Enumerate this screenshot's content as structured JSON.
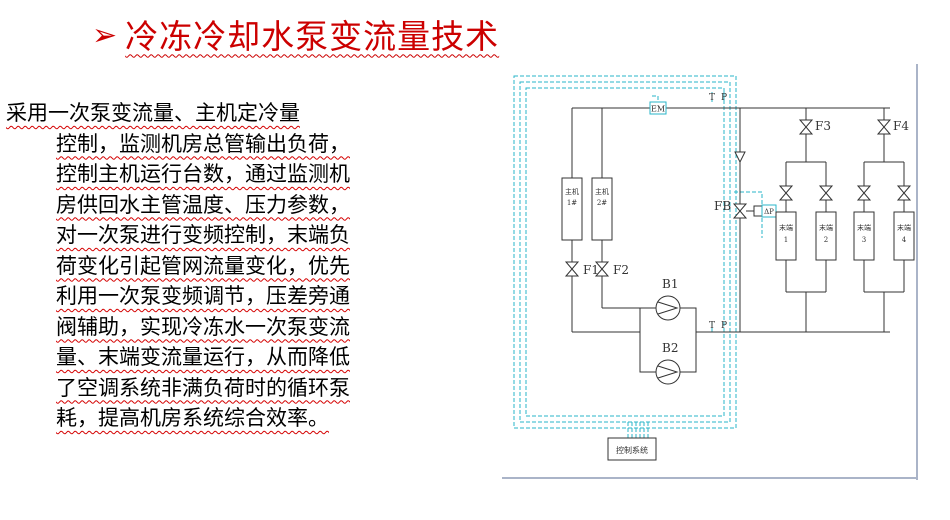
{
  "slide": {
    "title": "冷冻冷却水泵变流量技术",
    "title_bullet": "➢",
    "colors": {
      "title": "#cc0000",
      "underline": "#d40000",
      "pipe": "#333333",
      "control": "#29b6c8"
    }
  },
  "body": {
    "lines": [
      "采用一次泵变流量、主机定冷量",
      "控制，监测机房总管输出负荷，",
      "控制主机运行台数，通过监测机",
      "房供回水主管温度、压力参数，",
      "对一次泵进行变频控制，末端负",
      "荷变化引起管网流量变化，优先",
      "利用一次泵变频调节，压差旁通",
      "阀辅助，实现冷冻水一次泵变流",
      "量、末端变流量运行，从而降低",
      "了空调系统非满负荷时的循环泵",
      "耗，提高机房系统综合效率。"
    ]
  },
  "diagram": {
    "sensor_em": "EM",
    "sensor_t": "T",
    "sensor_p": "P",
    "valve_f1": "F1",
    "valve_f2": "F2",
    "valve_f3": "F3",
    "valve_f4": "F4",
    "valve_fb": "FB",
    "bypass_dp": "ΔP",
    "pump_b1": "B1",
    "pump_b2": "B2",
    "chiller_1": [
      "主机",
      "1#"
    ],
    "chiller_2": [
      "主机",
      "2#"
    ],
    "terminal_1": [
      "末端",
      "1"
    ],
    "terminal_2": [
      "末端",
      "2"
    ],
    "terminal_3": [
      "末端",
      "3"
    ],
    "terminal_4": [
      "末端",
      "4"
    ],
    "control_system": "控制系统"
  }
}
